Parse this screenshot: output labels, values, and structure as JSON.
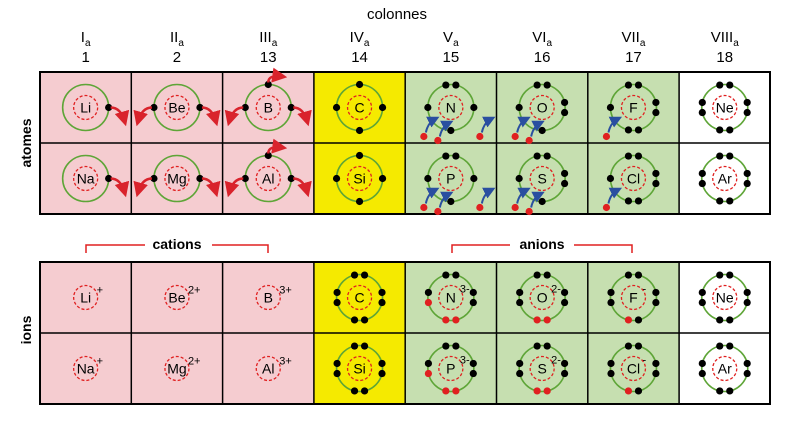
{
  "title": "colonnes",
  "columns": [
    {
      "roman": "I",
      "sub": "a",
      "number": "1"
    },
    {
      "roman": "II",
      "sub": "a",
      "number": "2"
    },
    {
      "roman": "III",
      "sub": "a",
      "number": "13"
    },
    {
      "roman": "IV",
      "sub": "a",
      "number": "14"
    },
    {
      "roman": "V",
      "sub": "a",
      "number": "15"
    },
    {
      "roman": "VI",
      "sub": "a",
      "number": "16"
    },
    {
      "roman": "VII",
      "sub": "a",
      "number": "17"
    },
    {
      "roman": "VIII",
      "sub": "a",
      "number": "18"
    }
  ],
  "row_labels": {
    "atoms": "atomes",
    "ions": "ions"
  },
  "group_labels": {
    "cations": "cations",
    "anions": "anions"
  },
  "colors": {
    "cation_bg": "#f5ccd0",
    "neutral_bg": "#f5ea00",
    "anion_bg": "#c6dfb0",
    "noble_bg": "#ffffff",
    "shell": "#5ea537",
    "core": "#e02020",
    "electron": "#000000",
    "gained_electron": "#e02020",
    "loss_arrow": "#d9232c",
    "gain_arrow": "#2a4fa0",
    "bracket": "#e02020"
  },
  "atoms": [
    [
      {
        "symbol": "Li",
        "valence": 1,
        "group": "cation"
      },
      {
        "symbol": "Be",
        "valence": 2,
        "group": "cation"
      },
      {
        "symbol": "B",
        "valence": 3,
        "group": "cation"
      },
      {
        "symbol": "C",
        "valence": 4,
        "group": "neutral"
      },
      {
        "symbol": "N",
        "valence": 5,
        "group": "anion"
      },
      {
        "symbol": "O",
        "valence": 6,
        "group": "anion"
      },
      {
        "symbol": "F",
        "valence": 7,
        "group": "anion"
      },
      {
        "symbol": "Ne",
        "valence": 8,
        "group": "noble"
      }
    ],
    [
      {
        "symbol": "Na",
        "valence": 1,
        "group": "cation"
      },
      {
        "symbol": "Mg",
        "valence": 2,
        "group": "cation"
      },
      {
        "symbol": "Al",
        "valence": 3,
        "group": "cation"
      },
      {
        "symbol": "Si",
        "valence": 4,
        "group": "neutral"
      },
      {
        "symbol": "P",
        "valence": 5,
        "group": "anion"
      },
      {
        "symbol": "S",
        "valence": 6,
        "group": "anion"
      },
      {
        "symbol": "Cl",
        "valence": 7,
        "group": "anion"
      },
      {
        "symbol": "Ar",
        "valence": 8,
        "group": "noble"
      }
    ]
  ],
  "ions": [
    [
      {
        "symbol": "Li",
        "charge": "+",
        "group": "cation"
      },
      {
        "symbol": "Be",
        "charge": "2+",
        "group": "cation"
      },
      {
        "symbol": "B",
        "charge": "3+",
        "group": "cation"
      },
      {
        "symbol": "C",
        "charge": "",
        "group": "neutral"
      },
      {
        "symbol": "N",
        "charge": "3-",
        "group": "anion"
      },
      {
        "symbol": "O",
        "charge": "2-",
        "group": "anion"
      },
      {
        "symbol": "F",
        "charge": "-",
        "group": "anion"
      },
      {
        "symbol": "Ne",
        "charge": "",
        "group": "noble"
      }
    ],
    [
      {
        "symbol": "Na",
        "charge": "+",
        "group": "cation"
      },
      {
        "symbol": "Mg",
        "charge": "2+",
        "group": "cation"
      },
      {
        "symbol": "Al",
        "charge": "3+",
        "group": "cation"
      },
      {
        "symbol": "Si",
        "charge": "",
        "group": "neutral"
      },
      {
        "symbol": "P",
        "charge": "3-",
        "group": "anion"
      },
      {
        "symbol": "S",
        "charge": "2-",
        "group": "anion"
      },
      {
        "symbol": "Cl",
        "charge": "-",
        "group": "anion"
      },
      {
        "symbol": "Ar",
        "charge": "",
        "group": "noble"
      }
    ]
  ]
}
